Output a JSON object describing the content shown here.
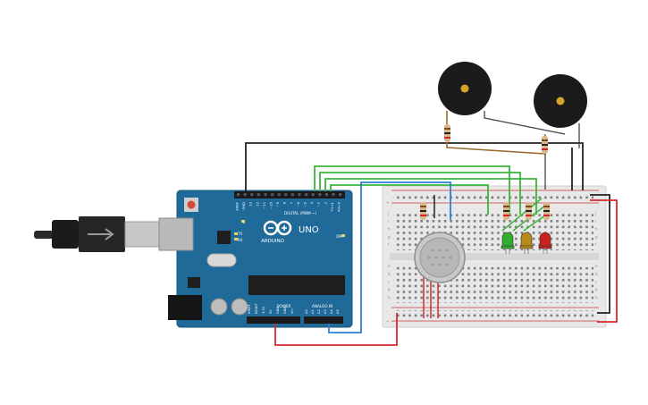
{
  "arduino": {
    "brand": "ARDUINO",
    "model": "UNO",
    "digital_label": "DIGITAL (PWM ~)",
    "power_label": "POWER",
    "analog_label": "ANALOG IN",
    "on_label": "ON",
    "l_label": "L",
    "tx_label": "TX",
    "rx_label": "RX",
    "digital_pins": [
      "AREF",
      "GND",
      "13",
      "12",
      "~11",
      "~10",
      "~9",
      "8",
      "7",
      "~6",
      "~5",
      "4",
      "~3",
      "2",
      "TX→1",
      "RX←0"
    ],
    "power_pins": [
      "IOREF",
      "RESET",
      "3.3V",
      "5V",
      "GND",
      "GND",
      "Vin"
    ],
    "analog_pins": [
      "A0",
      "A1",
      "A2",
      "A3",
      "A4",
      "A5"
    ]
  },
  "breadboard": {
    "row_letters_top": [
      "j",
      "i",
      "h",
      "g",
      "f"
    ],
    "row_letters_bottom": [
      "e",
      "d",
      "c",
      "b",
      "a"
    ],
    "rail_minus": "-",
    "rail_plus": "+"
  },
  "components": {
    "buzzers": 2,
    "leds": [
      {
        "color": "#2fae2f"
      },
      {
        "color": "#b88a1a"
      },
      {
        "color": "#c8241e"
      }
    ],
    "gas_sensor": "gas-sensor",
    "resistors": 6
  },
  "colors": {
    "board": "#1f6a99",
    "breadboard": "#e8e8e8",
    "wire_green": "#3bb53b",
    "wire_black": "#222222",
    "wire_red": "#d42b2b",
    "wire_blue": "#2b7fd4",
    "wire_brown": "#9a6a2a"
  }
}
